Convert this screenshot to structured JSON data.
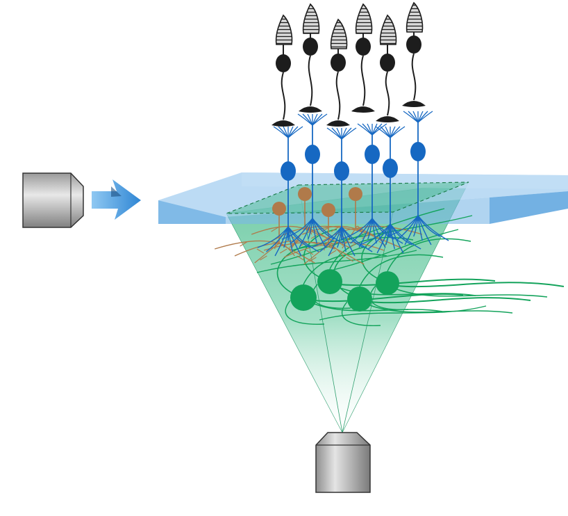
{
  "diagram": {
    "description_text": "",
    "colors": {
      "background": "#ffffff",
      "light_sheet": "#7fb8e6",
      "light_sheet_edge": "#4f97d3",
      "illumination_arrow": "#2f86d4",
      "detection_cone": "#3fb886",
      "photoreceptor": "#1d1d1d",
      "photoreceptor_outer_segment": "#cfcfcf",
      "bipolar_cell": "#1668c2",
      "amacrine_cell": "#b07a4a",
      "ganglion_cell": "#13a35b",
      "objective_body": "#b9b9b9",
      "objective_edge": "#333333"
    },
    "parts": [
      "illumination-objective",
      "illumination-arrow",
      "light-sheet",
      "photoreceptors",
      "bipolar-cells",
      "amacrine-cells",
      "ganglion-cells",
      "detection-cone",
      "detection-objective"
    ],
    "counts": {
      "photoreceptors": 6,
      "bipolar_cells": 6,
      "amacrine_cells": 4,
      "ganglion_cells": 4
    }
  }
}
